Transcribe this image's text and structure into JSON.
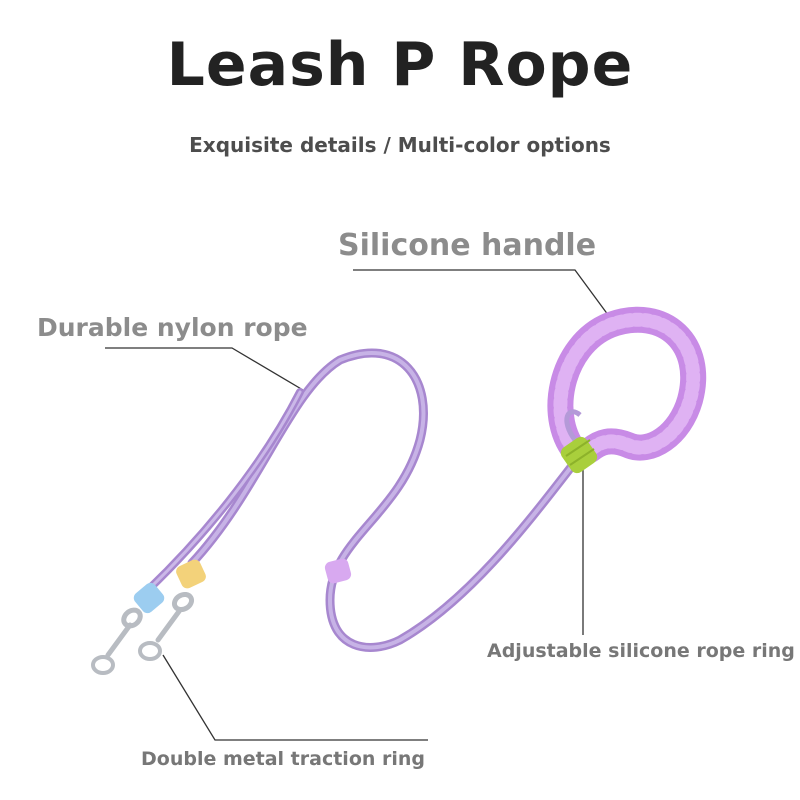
{
  "title": "Leash P Rope",
  "subtitle": "Exquisite details / Multi-color options",
  "labels": {
    "handle": "Silicone handle",
    "nylon": "Durable nylon rope",
    "ring": "Adjustable silicone rope ring",
    "metal": "Double metal traction ring"
  },
  "colors": {
    "rope": "#b49ad8",
    "handle": "#d49cee",
    "ring_green": "#a9cf3c",
    "ring_blue": "#9ccdf0",
    "ring_yellow": "#f3d27a",
    "metal": "#b8bcc2"
  }
}
